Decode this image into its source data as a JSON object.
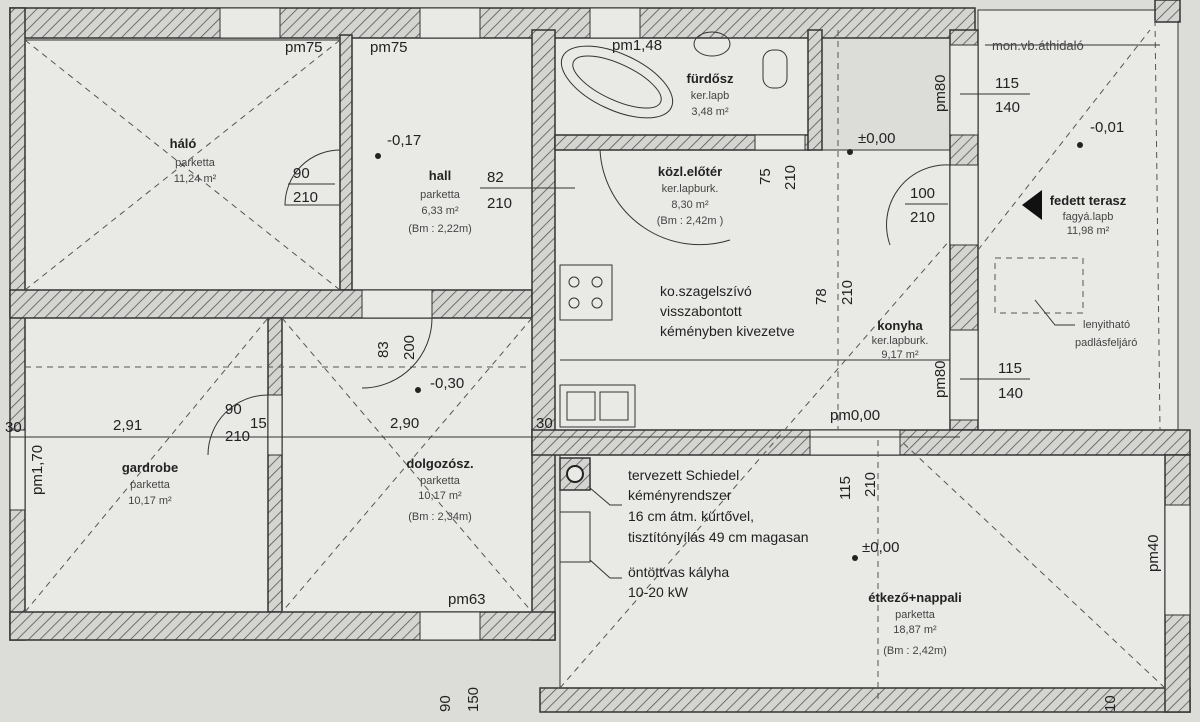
{
  "rooms": {
    "halo": {
      "name": "háló",
      "floor": "parketta",
      "area": "11,24 m²"
    },
    "hall": {
      "name": "hall",
      "floor": "parketta",
      "area": "6,33 m²",
      "height": "(Bm : 2,22m)",
      "level": "-0,17"
    },
    "furdo": {
      "name": "fürdősz",
      "floor": "ker.lapb",
      "area": "3,48 m²",
      "level": "pm1,48"
    },
    "eloter": {
      "name": "közl.előtér",
      "floor": "ker.lapburk.",
      "area": "8,30 m²",
      "height": "(Bm : 2,42m )",
      "level": "±0,00"
    },
    "terasz": {
      "name": "fedett terasz",
      "floor": "fagyá.lapb",
      "area": "11,98 m²",
      "level": "-0,01"
    },
    "konyha": {
      "name": "konyha",
      "floor": "ker.lapburk.",
      "area": "9,17 m²"
    },
    "gardrobe": {
      "name": "gardrobe",
      "floor": "parketta",
      "area": "10,17 m²"
    },
    "dolgozo": {
      "name": "dolgozósz.",
      "floor": "parketta",
      "area": "10,17 m²",
      "height": "(Bm : 2,34m)",
      "level": "-0,30"
    },
    "etkezo": {
      "name": "étkező+nappali",
      "floor": "parketta",
      "area": "18,87 m²",
      "height": "(Bm : 2,42m)",
      "level": "±0,00"
    }
  },
  "labels": {
    "pm75a": "pm75",
    "pm75b": "pm75",
    "pm80a": "pm80",
    "pm80b": "pm80",
    "pm000": "pm0,00",
    "pm170": "pm1,70",
    "pm63": "pm63",
    "pm40": "pm40",
    "d90": "90",
    "d210a": "210",
    "d82": "82",
    "d210b": "210",
    "d75": "75",
    "d210c": "210",
    "d100": "100",
    "d210d": "210",
    "w115a": "115",
    "w140a": "140",
    "w115b": "115",
    "w140b": "140",
    "d78": "78",
    "d210e": "210",
    "d83": "83",
    "d200": "200",
    "d90b": "90",
    "d210f": "210",
    "d15": "15",
    "len291": "2,91",
    "len290": "2,90",
    "d30a": "30",
    "d30b": "30",
    "d115c": "115",
    "d210g": "210",
    "d90c": "90",
    "d150": "150",
    "d10": "10"
  },
  "notes": {
    "lintel": "mon.vb.áthidaló",
    "attic": [
      "lenyitható",
      "padlásfeljáró"
    ],
    "hood": [
      "ko.szagelszívó",
      "visszabontott",
      "kéményben kivezetve"
    ],
    "chimney": [
      "tervezett Schiedel",
      "kéményrendszer",
      "16 cm átm. kürtővel,",
      "tisztítónyílás 49 cm magasan"
    ],
    "stove": [
      "öntöttvas kályha",
      "10-20 kW"
    ]
  }
}
